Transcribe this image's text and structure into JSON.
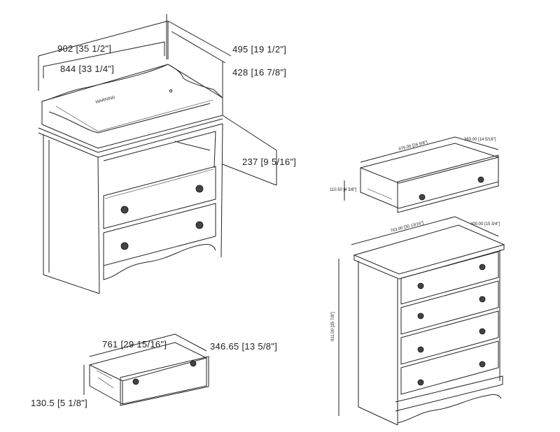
{
  "changing_table": {
    "width_outer": "902 [35 1/2\"]",
    "width_inner": "844 [33 1/4\"]",
    "depth_outer": "495 [19 1/2\"]",
    "depth_inner": "428 [16 7/8\"]",
    "shelf_height": "237 [9 5/16\"]",
    "warning_label": "WARNING"
  },
  "table_drawer": {
    "width": "761 [29 15/16\"]",
    "depth": "346.65 [13 5/8\"]",
    "height": "130.5 [5 1/8\"]"
  },
  "chest_drawer": {
    "width": "676.00 [26 5/8\"]",
    "depth": "363.00 [14 5/16\"]",
    "height": "110.50 [4 3/8\"]"
  },
  "chest": {
    "width": "763.00 [30 13/16\"]",
    "depth": "400.00 [15 3/4\"]",
    "height": "911.00 [35 7/8\"]"
  }
}
